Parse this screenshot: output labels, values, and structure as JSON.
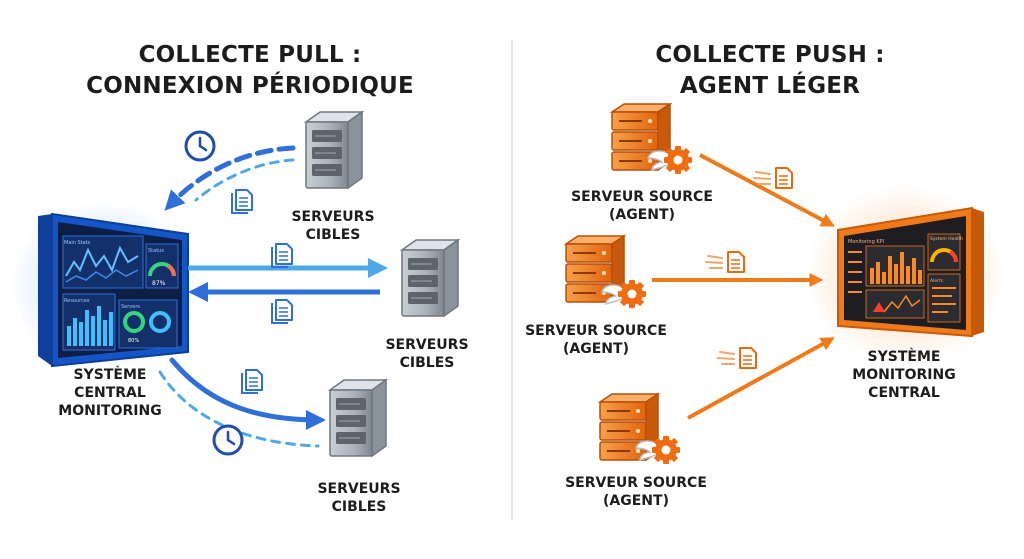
{
  "pull": {
    "title_line1": "COLLECTE PULL :",
    "title_line2": "CONNEXION PÉRIODIQUE",
    "central": {
      "line1": "SYSTÈME",
      "line2": "CENTRAL",
      "line3": "MONITORING",
      "screen_text": {
        "top_panel": "Main Stats",
        "top_right_panel": "Status",
        "gauge_value": "87%",
        "bottom_panel": "Resources",
        "small_panel": "Servers",
        "ring_value": "80%"
      }
    },
    "targets": [
      {
        "line1": "SERVEURS",
        "line2": "CIBLES"
      },
      {
        "line1": "SERVEURS",
        "line2": "CIBLES"
      },
      {
        "line1": "SERVEURS",
        "line2": "CIBLES"
      }
    ],
    "icons": [
      "clock-icon",
      "document-icon",
      "server-icon",
      "monitor-icon"
    ],
    "colors": {
      "accent": "#2f6fd9",
      "light_accent": "#4ea8e8",
      "server": "#9aa2ab"
    }
  },
  "push": {
    "title_line1": "COLLECTE PUSH :",
    "title_line2": "AGENT LÉGER",
    "central": {
      "line1": "SYSTÈME",
      "line2": "MONITORING",
      "line3": "CENTRAL",
      "screen_text": {
        "header": "Monitoring KPI",
        "gauge_panel": "System Health",
        "alert_panel": "Alerts"
      }
    },
    "sources": [
      {
        "line1": "SERVEUR SOURCE",
        "line2": "(AGENT)"
      },
      {
        "line1": "SERVEUR SOURCE",
        "line2": "(AGENT)"
      },
      {
        "line1": "SERVEUR SOURCE",
        "line2": "(AGENT)"
      }
    ],
    "icons": [
      "gear-icon",
      "wing-icon",
      "document-icon",
      "server-icon",
      "monitor-icon",
      "warning-icon"
    ],
    "colors": {
      "accent": "#f07a1a",
      "light_accent": "#f5a25a",
      "server": "#f07a1a"
    }
  }
}
